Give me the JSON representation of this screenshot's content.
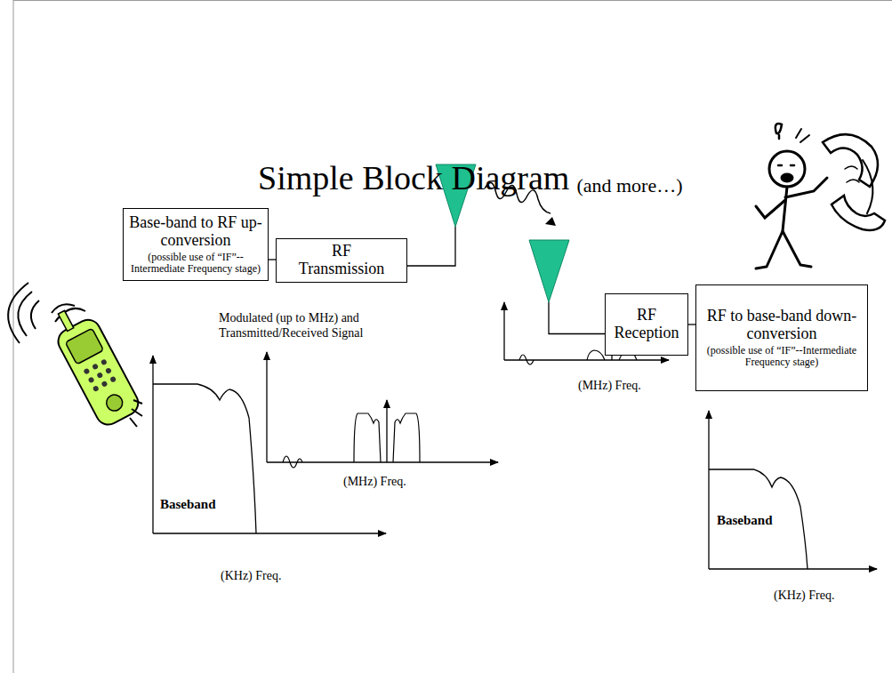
{
  "diagram": {
    "title": "Simple Block Diagram",
    "nodes": [
      {
        "text": [
          "Base-band to RF up-conversion",
          "(possible use of “IF”--Intermediate Frequency stage)"
        ]
      },
      {
        "text": [
          "RF Transmission"
        ]
      },
      {
        "text": [
          "RF Reception"
        ]
      },
      {
        "text": [
          "RF to base-band down-conversion",
          "(possible use of “IF”--Intermediate Frequency stage)"
        ]
      }
    ],
    "edges": [
      {
        "from": 0,
        "to": 1,
        "arrow": "none"
      },
      {
        "from": 2,
        "to": 3,
        "arrow": "none"
      }
    ],
    "labels": [
      "(and more…)",
      "Modulated (up to MHz) and Transmitted/Received Signal",
      "(MHz) Freq.",
      "(MHz) Freq.",
      "Baseband",
      "(KHz) Freq.",
      "Baseband",
      "(KHz) Freq."
    ]
  }
}
